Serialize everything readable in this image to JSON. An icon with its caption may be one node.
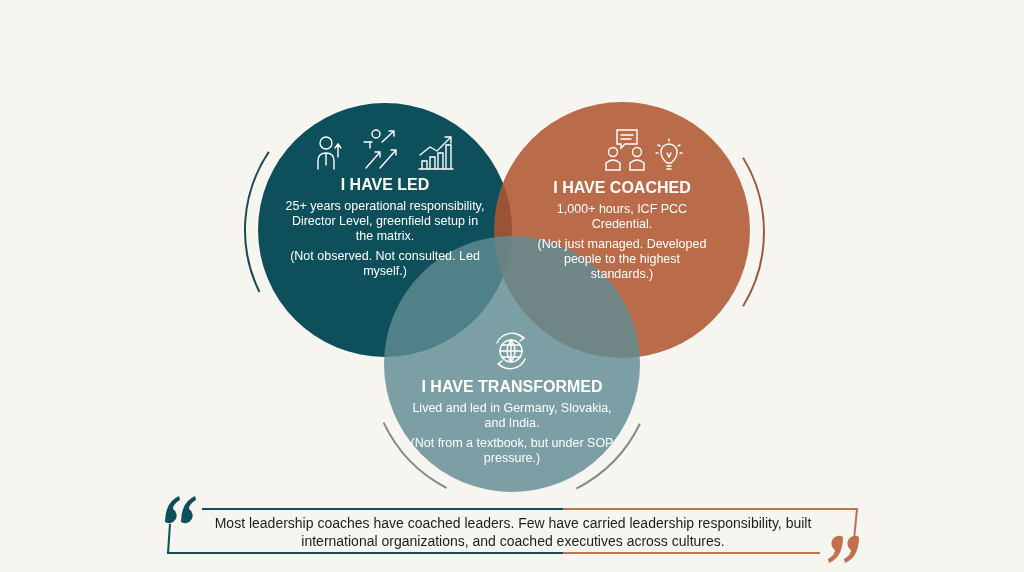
{
  "diagram": {
    "nodes": [
      {
        "text": [
          "I HAVE LED",
          "25+ years operational responsibility, Director Level, greenfield setup in the matrix.",
          "(Not observed. Not consulted. Led myself.)"
        ]
      },
      {
        "text": [
          "I HAVE COACHED",
          "1,000+ hours, ICF PCC Credential.",
          "(Not just managed. Developed people to the highest standards.)"
        ]
      },
      {
        "text": [
          "I HAVE TRANSFORMED",
          "Lived and led in Germany, Slovakia, and India.",
          "(Not from a textbook, but under SOP pressure.)"
        ]
      },
      {
        "text": [
          "Most leadership coaches have coached leaders. Few have carried leadership responsibility, built international organizations, and coached executives across cultures."
        ]
      }
    ]
  }
}
